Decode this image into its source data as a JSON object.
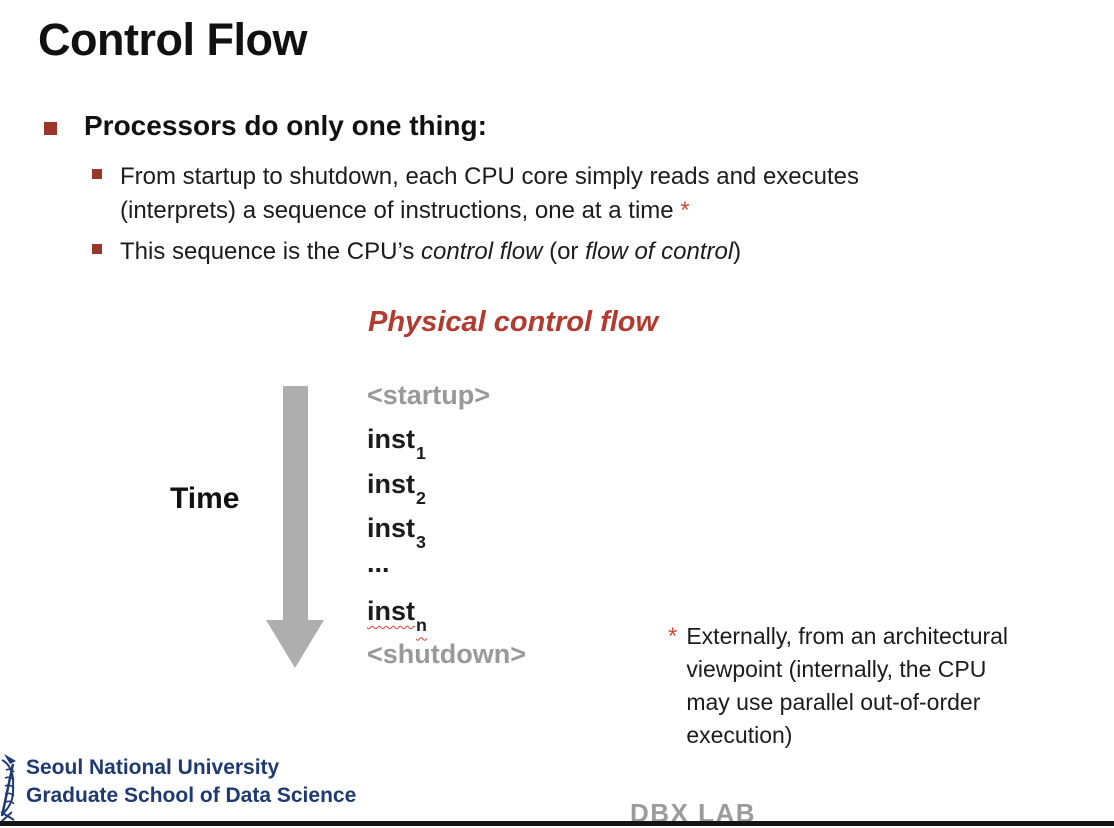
{
  "slide": {
    "title": "Control Flow",
    "bullet_heading": "Processors do only one thing:",
    "sub_bullets": {
      "first": {
        "line1": "From startup to shutdown, each CPU core simply reads and executes",
        "line2": "(interprets) a sequence of instructions, one at a time ",
        "footnote_marker": "*"
      },
      "second": {
        "pre": "This sequence is the CPU’s ",
        "italic1": "control flow",
        "mid": " (or ",
        "italic2": "flow of control",
        "post": ")"
      }
    }
  },
  "diagram": {
    "heading": "Physical control flow",
    "time_label": "Time",
    "startup_label": "<startup>",
    "inst1": {
      "base": "inst",
      "sub": "1"
    },
    "inst2": {
      "base": "inst",
      "sub": "2"
    },
    "inst3": {
      "base": "inst",
      "sub": "3"
    },
    "ellipsis": "...",
    "inst_n": {
      "base": "inst",
      "sub": "n"
    },
    "shutdown_label": "<shutdown>"
  },
  "footnote": {
    "marker": "*",
    "lines": [
      "Externally, from an architectural",
      "viewpoint (internally, the CPU",
      "may use parallel out-of-order",
      "execution)"
    ]
  },
  "footer": {
    "university": "Seoul National University",
    "school": "Graduate School of Data Science",
    "lab": "DBX LAB"
  },
  "colors": {
    "bullet_red": "#9a372a",
    "diagram_heading_red": "#b23a2e",
    "asterisk_red": "#d84a38",
    "gray_text": "#999999",
    "arrow_gray": "#aeaeae",
    "footer_navy": "#1f3a73"
  }
}
